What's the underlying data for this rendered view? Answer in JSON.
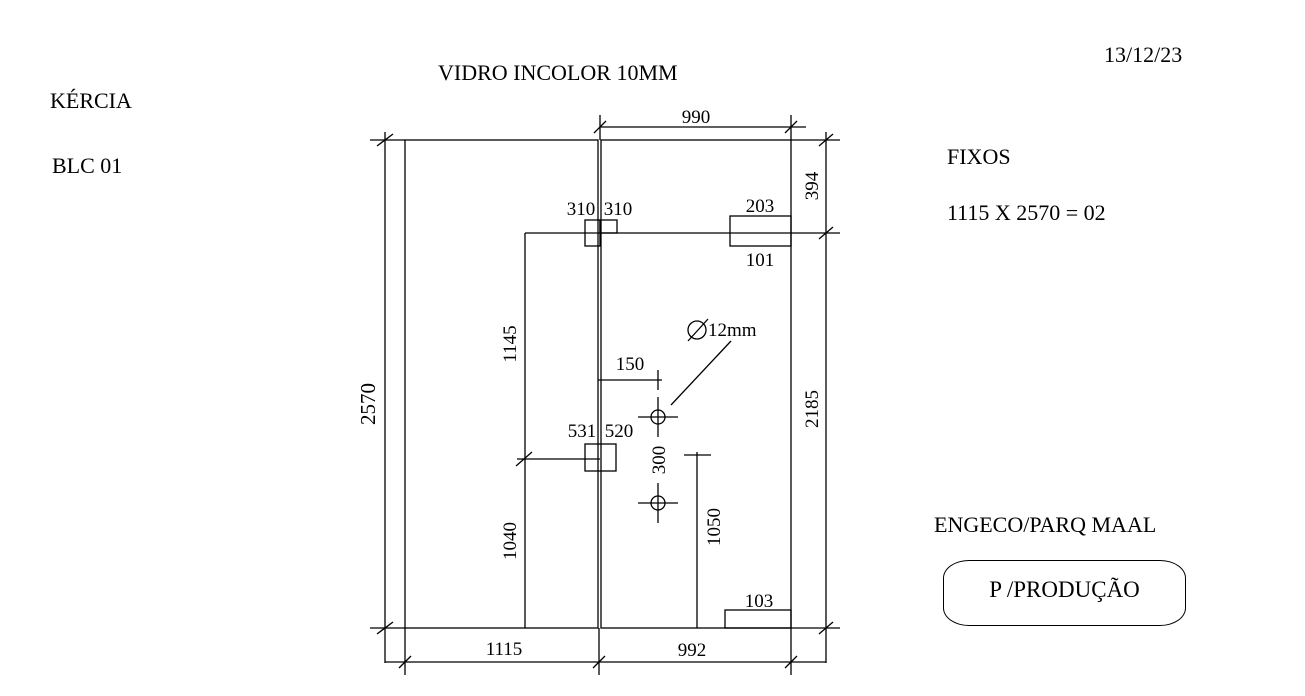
{
  "header": {
    "client": "KÉRCIA",
    "block": "BLC 01",
    "material": "VIDRO INCOLOR 10MM",
    "date": "13/12/23"
  },
  "summary": {
    "section": "FIXOS",
    "spec": "1115 X 2570 = 02"
  },
  "footer": {
    "project": "ENGECO/PARQ MAAL",
    "badge": "P /PRODUÇÃO"
  },
  "dimensions": {
    "total_height": "2570",
    "left_width": "1115",
    "right_width_bottom": "992",
    "right_width_top": "990",
    "top_offset_right": "394",
    "lower_height_right": "2185",
    "upper_left_height": "1145",
    "lower_left_height": "1040",
    "notch_top_left": "310",
    "notch_top_right": "310",
    "notch_mid_left": "531",
    "notch_mid_right": "520",
    "hole_offset": "150",
    "hole_spacing": "300",
    "hole_height": "1050",
    "corner_notch_top_w": "203",
    "corner_notch_top_h": "101",
    "corner_notch_bottom": "103",
    "hole_diameter": "12mm"
  }
}
